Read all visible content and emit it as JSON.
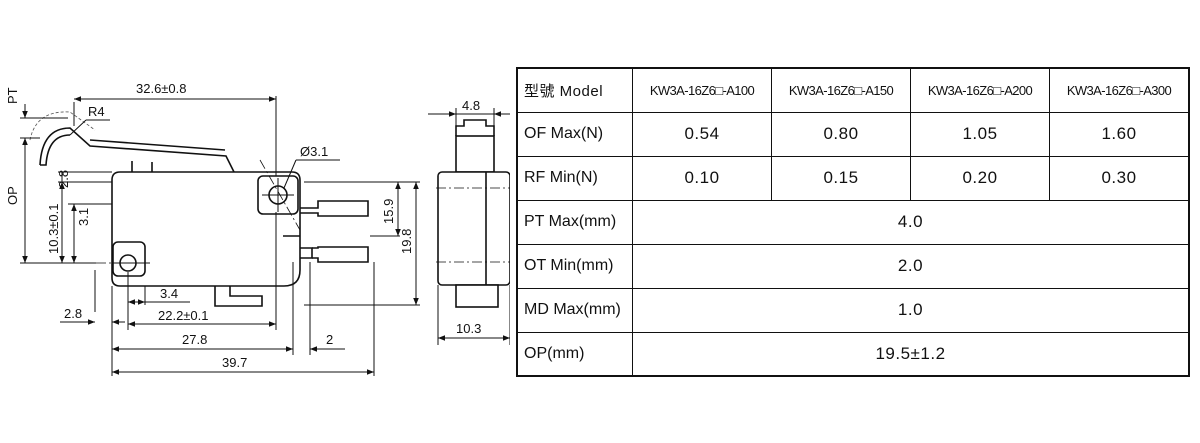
{
  "dimensions": {
    "length_total": "32.6±0.8",
    "lever_radius": "R4",
    "pt": "PT",
    "op": "OP",
    "hole_dia": "Ø3.1",
    "dim_2_8_top": "2.8",
    "dim_10_3": "10.3±0.1",
    "dim_3_1": "3.1",
    "height_15_9": "15.9",
    "height_19_8": "19.8",
    "dim_3_4": "3.4",
    "dim_2_8_bottom": "2.8",
    "dim_22_2": "22.2±0.1",
    "dim_27_8": "27.8",
    "dim_2": "2",
    "dim_39_7": "39.7",
    "side_width_top": "4.8",
    "side_width_bottom": "10.3"
  },
  "spec_table": {
    "header_label": "型號 Model",
    "models": [
      "KW3A-16Z6□-A100",
      "KW3A-16Z6□-A150",
      "KW3A-16Z6□-A200",
      "KW3A-16Z6□-A300"
    ],
    "rows": [
      {
        "label": "OF Max(N)",
        "values": [
          "0.54",
          "0.80",
          "1.05",
          "1.60"
        ]
      },
      {
        "label": "RF Min(N)",
        "values": [
          "0.10",
          "0.15",
          "0.20",
          "0.30"
        ]
      },
      {
        "label": "PT Max(mm)",
        "merged": "4.0"
      },
      {
        "label": "OT Min(mm)",
        "merged": "2.0"
      },
      {
        "label": "MD Max(mm)",
        "merged": "1.0"
      },
      {
        "label": "OP(mm)",
        "merged": "19.5±1.2"
      }
    ]
  }
}
